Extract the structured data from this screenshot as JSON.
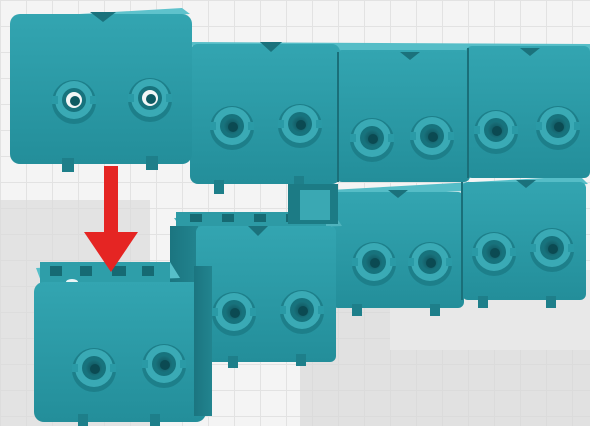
{
  "scene": {
    "subject": "assembled-teal-building-blocks",
    "instruction_arrow": {
      "icon": "down-arrow-icon",
      "color": "#e52523"
    },
    "colors": {
      "block_face": "#2a9aa6",
      "block_top": "#4fb8c2",
      "block_side": "#1d7c87",
      "peg_shade": "#12707b",
      "background_grid": "#e6e6e6",
      "background_panel": "#d6d6d6"
    },
    "block_counts": {
      "moving_block": 1,
      "top_row_blocks": 3,
      "lower_row_blocks": 3
    }
  }
}
